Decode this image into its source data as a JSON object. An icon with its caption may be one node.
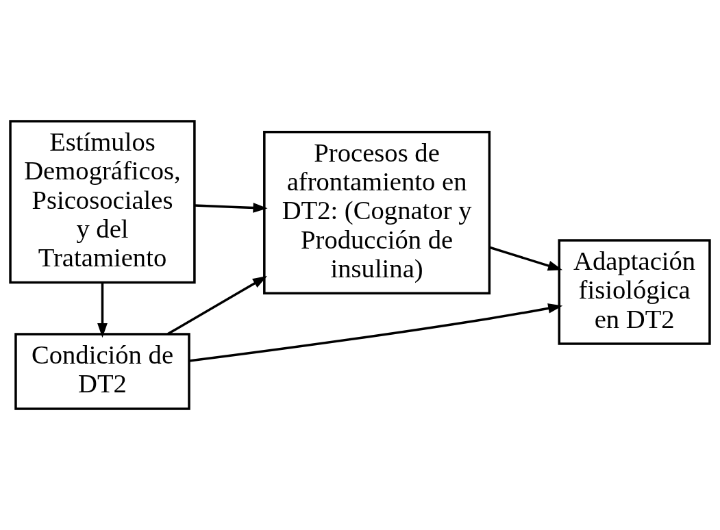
{
  "diagram": {
    "nodes": [
      {
        "text": [
          "Condición de DT2"
        ]
      },
      {
        "text": [
          "Estímulos Demográficos, Psicosociales y del Tratamiento"
        ]
      },
      {
        "text": [
          "Procesos de afrontamiento en DT2: (Cognator y Producción de insulina)"
        ]
      },
      {
        "text": [
          "Adaptación fisiológica en DT2"
        ]
      }
    ],
    "edges": [
      {
        "from": 1,
        "to": 0,
        "arrow": "to"
      },
      {
        "from": 0,
        "to": 2,
        "arrow": "to"
      },
      {
        "from": 1,
        "to": 2,
        "arrow": "to"
      },
      {
        "from": 2,
        "to": 3,
        "arrow": "to"
      },
      {
        "from": 0,
        "to": 3,
        "arrow": "to"
      }
    ]
  }
}
